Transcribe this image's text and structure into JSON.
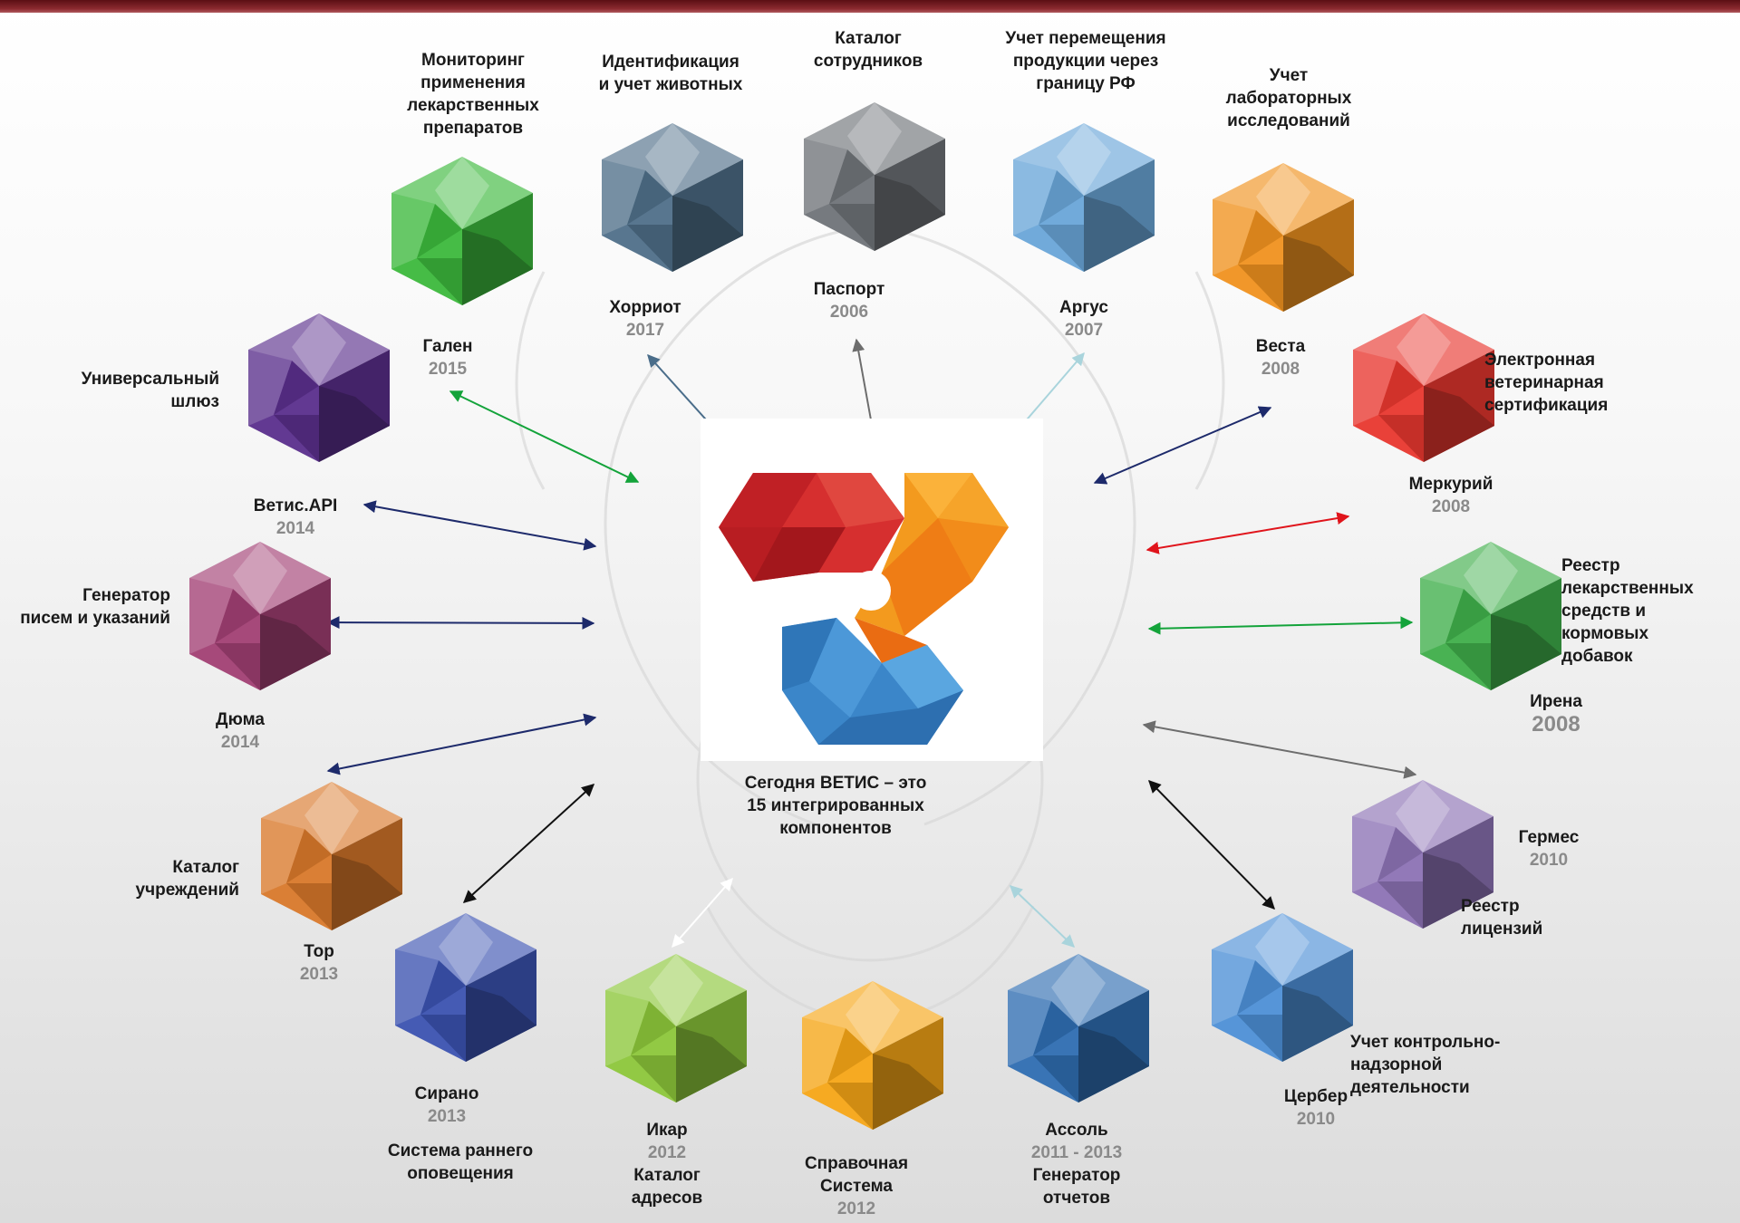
{
  "center": {
    "caption_lines": [
      "Сегодня ВЕТИС – это",
      "15 интегрированных",
      "компонентов"
    ],
    "logo_colors": [
      "#d62f2f",
      "#f39a1e",
      "#3b86c9"
    ]
  },
  "components": [
    {
      "key": "galen",
      "name": "Гален",
      "year": "2015",
      "desc_lines": [
        "Мониторинг",
        "применения",
        "лекарственных",
        "препаратов"
      ],
      "color": "#3cb83c",
      "icon": "green-cube-icon"
    },
    {
      "key": "horriot",
      "name": "Хорриот",
      "year": "2017",
      "desc_lines": [
        "Идентификация",
        "и учет животных"
      ],
      "color": "#4f6f89",
      "icon": "slate-cube-icon"
    },
    {
      "key": "pasport",
      "name": "Паспорт",
      "year": "2006",
      "desc_lines": [
        "Каталог",
        "сотрудников"
      ],
      "color": "#6f7378",
      "icon": "gray-cube-icon"
    },
    {
      "key": "argus",
      "name": "Аргус",
      "year": "2007",
      "desc_lines": [
        "Учет перемещения",
        "продукции через",
        "границу РФ"
      ],
      "color": "#6aa6d8",
      "icon": "light-blue-cube-icon"
    },
    {
      "key": "vesta",
      "name": "Веста",
      "year": "2008",
      "desc_lines": [
        "Учет",
        "лабораторных",
        "исследований"
      ],
      "color": "#f0921f",
      "icon": "orange-cube-icon"
    },
    {
      "key": "merkuriy",
      "name": "Меркурий",
      "year": "2008",
      "desc_lines": [
        "Электронная",
        "ветеринарная",
        "сертификация"
      ],
      "color": "#e8372f",
      "icon": "red-cube-icon"
    },
    {
      "key": "irena",
      "name": "Ирена",
      "year": "2008",
      "desc_lines": [
        "Реестр",
        "лекарственных",
        "средств и",
        "кормовых",
        "добавок"
      ],
      "color": "#3fae4a",
      "icon": "green-cube-icon"
    },
    {
      "key": "germes",
      "name": "Гермес",
      "year": "2010",
      "desc_lines": [
        "Реестр",
        "лицензий"
      ],
      "color": "#8c72b4",
      "icon": "lavender-cube-icon"
    },
    {
      "key": "cerber",
      "name": "Цербер",
      "year": "2010",
      "desc_lines": [
        "Учет контрольно-",
        "надзорной",
        "деятельности"
      ],
      "color": "#4d8fd6",
      "icon": "blue-cube-icon"
    },
    {
      "key": "assol",
      "name": "Ассоль",
      "year": "2011 - 2013",
      "desc_lines": [
        "Генератор",
        "отчетов"
      ],
      "color": "#2f6db1",
      "icon": "steel-blue-cube-icon"
    },
    {
      "key": "spravochnaya",
      "name": "Справочная",
      "name2": "Система",
      "year": "2012",
      "color": "#f5a516",
      "icon": "amber-cube-icon"
    },
    {
      "key": "ikar",
      "name": "Икар",
      "year": "2012",
      "desc_lines": [
        "Каталог",
        "адресов"
      ],
      "color": "#8cc63a",
      "icon": "lime-cube-icon"
    },
    {
      "key": "sirano",
      "name": "Сирано",
      "year": "2013",
      "desc_lines": [
        "Система раннего",
        "оповещения"
      ],
      "color": "#3b52b0",
      "icon": "indigo-cube-icon"
    },
    {
      "key": "tor",
      "name": "Тор",
      "year": "2013",
      "desc_lines": [
        "Каталог",
        "учреждений"
      ],
      "color": "#d8782a",
      "icon": "copper-cube-icon"
    },
    {
      "key": "duma",
      "name": "Дюма",
      "year": "2014",
      "desc_lines": [
        "Генератор",
        "писем и указаний"
      ],
      "color": "#a13f73",
      "icon": "plum-cube-icon"
    },
    {
      "key": "vetisapi",
      "name": "Ветис.API",
      "year": "2014",
      "desc_lines": [
        "Универсальный",
        "шлюз"
      ],
      "color": "#5a2f8c",
      "icon": "violet-cube-icon"
    }
  ]
}
